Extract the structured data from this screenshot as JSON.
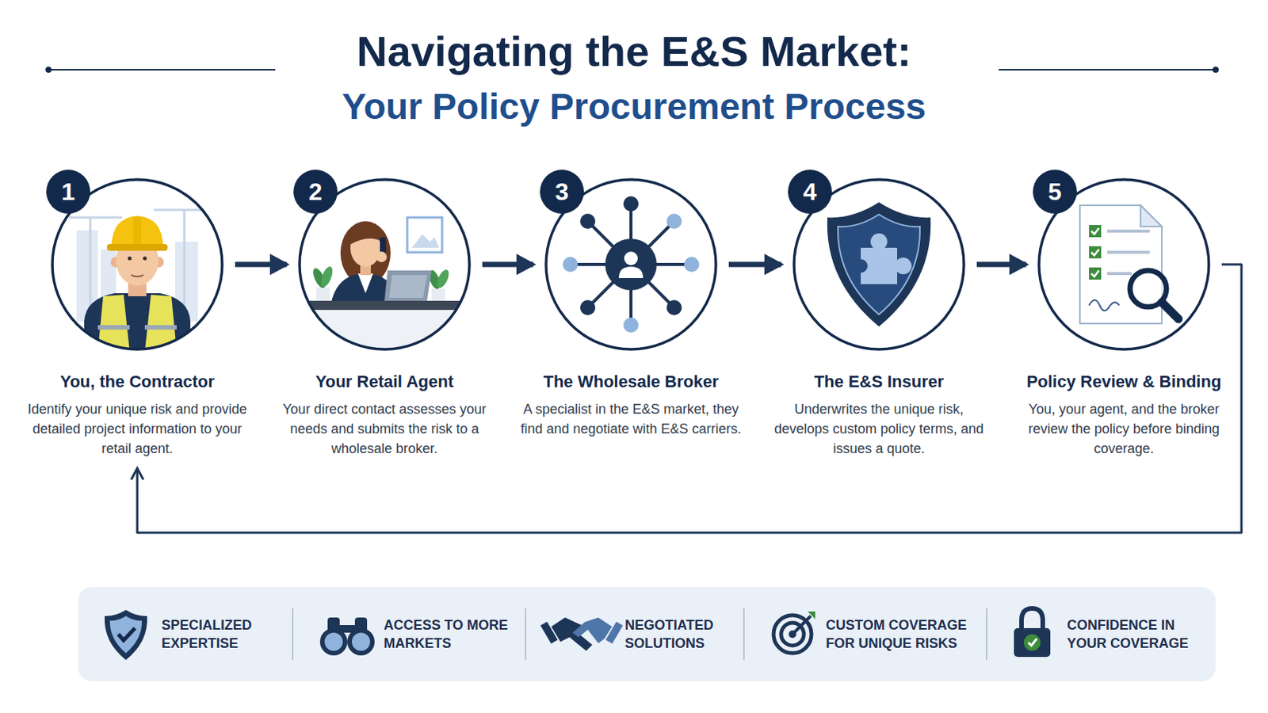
{
  "diagram": {
    "title": "Navigating the E&S Market:",
    "nodes": [
      {
        "text": [
          "You, the Contractor",
          "Identify your unique risk and provide detailed project information to your retail agent."
        ]
      },
      {
        "text": [
          "Your Retail Agent",
          "Your direct contact assesses your needs and submits the risk to a wholesale broker."
        ]
      },
      {
        "text": [
          "The Wholesale Broker",
          "A specialist in the E&S market, they find and negotiate with E&S carriers."
        ]
      },
      {
        "text": [
          "The E&S Insurer",
          "Underwrites the unique risk, develops custom policy terms, and issues a quote."
        ]
      },
      {
        "text": [
          "Policy Review & Binding",
          "You, your agent, and the broker review the policy before binding coverage."
        ]
      }
    ],
    "edges": [
      {
        "from": 0,
        "to": 1,
        "arrow": "to"
      },
      {
        "from": 1,
        "to": 2,
        "arrow": "to"
      },
      {
        "from": 2,
        "to": 3,
        "arrow": "to"
      },
      {
        "from": 3,
        "to": 4,
        "arrow": "to"
      },
      {
        "from": 4,
        "to": 0,
        "arrow": "to"
      }
    ],
    "labels": [
      "Your Policy Procurement Process",
      "1",
      "2",
      "3",
      "4",
      "5",
      "SPECIALIZED EXPERTISE",
      "ACCESS TO MORE MARKETS",
      "NEGOTIATED SOLUTIONS",
      "CUSTOM COVERAGE FOR UNIQUE RISKS",
      "CONFIDENCE IN YOUR COVERAGE"
    ]
  }
}
